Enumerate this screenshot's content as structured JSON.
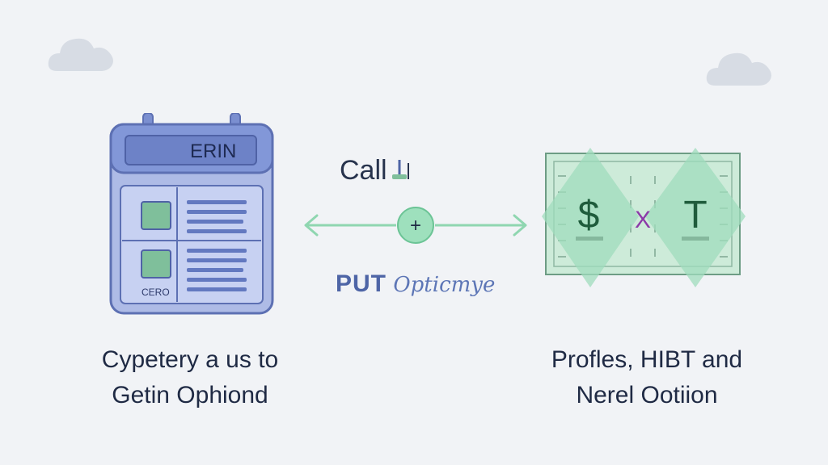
{
  "colors": {
    "background": "#f1f3f6",
    "calendar_blue": "#6f84c9",
    "calendar_fill": "#c9d2f0",
    "green_square": "#7fbf9b",
    "arrow_green": "#8fd6b0",
    "banknote_green": "#bfe6cf",
    "dollar_green": "#1f5c3c",
    "cross_purple": "#8b3aa8"
  },
  "icons": {
    "left_cloud": "cloud-icon",
    "right_cloud": "cloud-icon",
    "calendar": "calendar-icon",
    "banknote": "banknote-icon",
    "plus": "plus-icon"
  },
  "calendar": {
    "header_text": "ERIN",
    "footer_text": "CERO"
  },
  "center": {
    "call_label": "Call",
    "plus_symbol": "+",
    "put_strong": "PUT",
    "put_light": "Opticmye"
  },
  "banknote": {
    "left_symbol": "$",
    "middle_symbol": "X",
    "right_symbol": "T"
  },
  "captions": {
    "left_line1": "Cypetery a us to",
    "left_line2": "Getin Ophiond",
    "right_line1": "Profles, HIBT and",
    "right_line2": "Nerel Ootiion"
  }
}
